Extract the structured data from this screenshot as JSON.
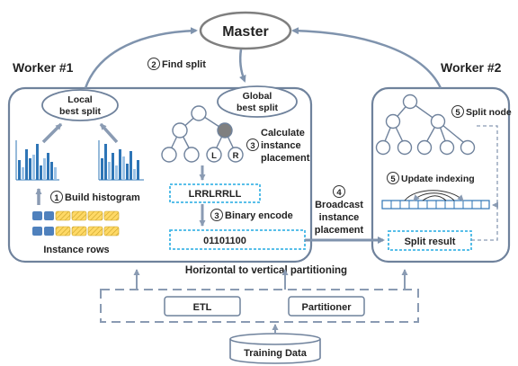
{
  "master": {
    "label": "Master"
  },
  "workers": {
    "worker1": {
      "label": "Worker #1"
    },
    "worker2": {
      "label": "Worker #2"
    }
  },
  "steps": {
    "find_split": {
      "num": "2",
      "label": "Find split"
    },
    "build_histogram": {
      "num": "1",
      "label": "Build histogram"
    },
    "calc_placement": {
      "num": "3",
      "line1": "Calculate",
      "line2": "instance",
      "line3": "placement"
    },
    "binary_encode": {
      "num": "3",
      "label": "Binary encode"
    },
    "broadcast": {
      "num": "4",
      "line1": "Broadcast",
      "line2": "instance",
      "line3": "placement"
    },
    "split_node": {
      "num": "5",
      "label": "Split node"
    },
    "update_indexing": {
      "num": "5",
      "label": "Update indexing"
    }
  },
  "local_best_split": {
    "line1": "Local",
    "line2": "best split"
  },
  "global_best_split": {
    "line1": "Global",
    "line2": "best split"
  },
  "tree_labels": {
    "left": "L",
    "right": "R"
  },
  "placement_string": "LRRLRRLL",
  "encoded_string": "01101100",
  "split_result": "Split result",
  "instance_rows": "Instance rows",
  "partitioning_label": "Horizontal to vertical partitioning",
  "etl": "ETL",
  "partitioner": "Partitioner",
  "training_data": "Training Data",
  "colors": {
    "outline": "#6f829c",
    "arrow": "#7f93ad",
    "bar_dark": "#2e75b6",
    "bar_light": "#9dc3e6",
    "dashed_box": "#41b6e6",
    "row_blue": "#4f81bd",
    "row_yellow": "#ffd966",
    "node_fill": "#7f7f7f"
  }
}
